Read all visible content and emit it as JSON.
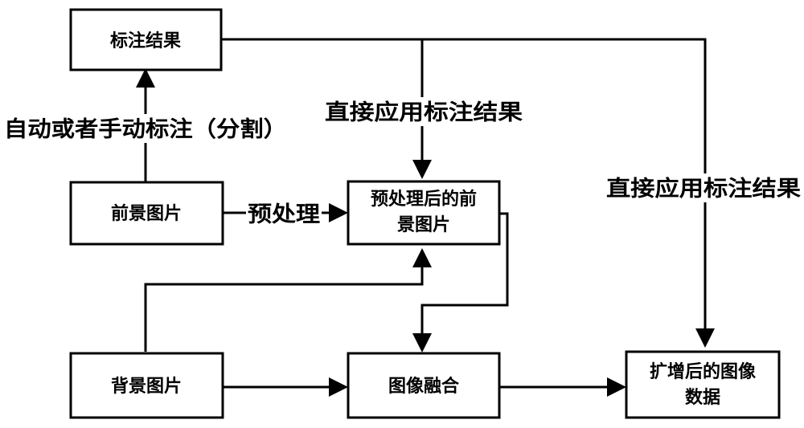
{
  "nodes": {
    "annotation_result": "标注结果",
    "foreground_image": "前景图片",
    "preprocessed_foreground": {
      "line1": "预处理后的前",
      "line2": "景图片"
    },
    "background_image": "背景图片",
    "image_fusion": "图像融合",
    "augmented_data": {
      "line1": "扩增后的图像",
      "line2": "数据"
    }
  },
  "edges": {
    "auto_or_manual_annotation": "自动或者手动标注（分割）",
    "preprocess": "预处理",
    "apply_annotation_middle": "直接应用标注结果",
    "apply_annotation_right": "直接应用标注结果"
  },
  "colors": {
    "stroke": "#000000",
    "background": "#ffffff"
  }
}
